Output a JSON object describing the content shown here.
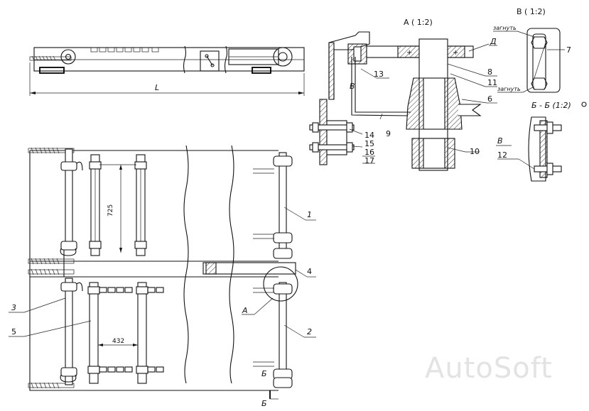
{
  "views": {
    "view_a_title": "А ( 1:2)",
    "view_v_title": "В ( 1:2)",
    "section_title": "Б - Б  (1:2)",
    "mark_d": "Д",
    "mark_v_small": "В",
    "mark_b": "Б",
    "mark_a": "А",
    "mark_v_section": "В",
    "mark_b_bottom": "Б",
    "weld_top": "загнуть",
    "weld_bottom": "загнуть",
    "dim_length": "L",
    "dim_725": "725",
    "dim_432": "432"
  },
  "callouts": {
    "c1": "1",
    "c2": "2",
    "c3": "3",
    "c4": "4",
    "c5": "5",
    "c6": "6",
    "c7": "7",
    "c8": "8",
    "c9": "9",
    "c10": "10",
    "c11": "11",
    "c12": "12",
    "c13": "13",
    "c14": "14",
    "c15": "15",
    "c16": "16",
    "c17": "17"
  },
  "watermark": "AutoSoft"
}
